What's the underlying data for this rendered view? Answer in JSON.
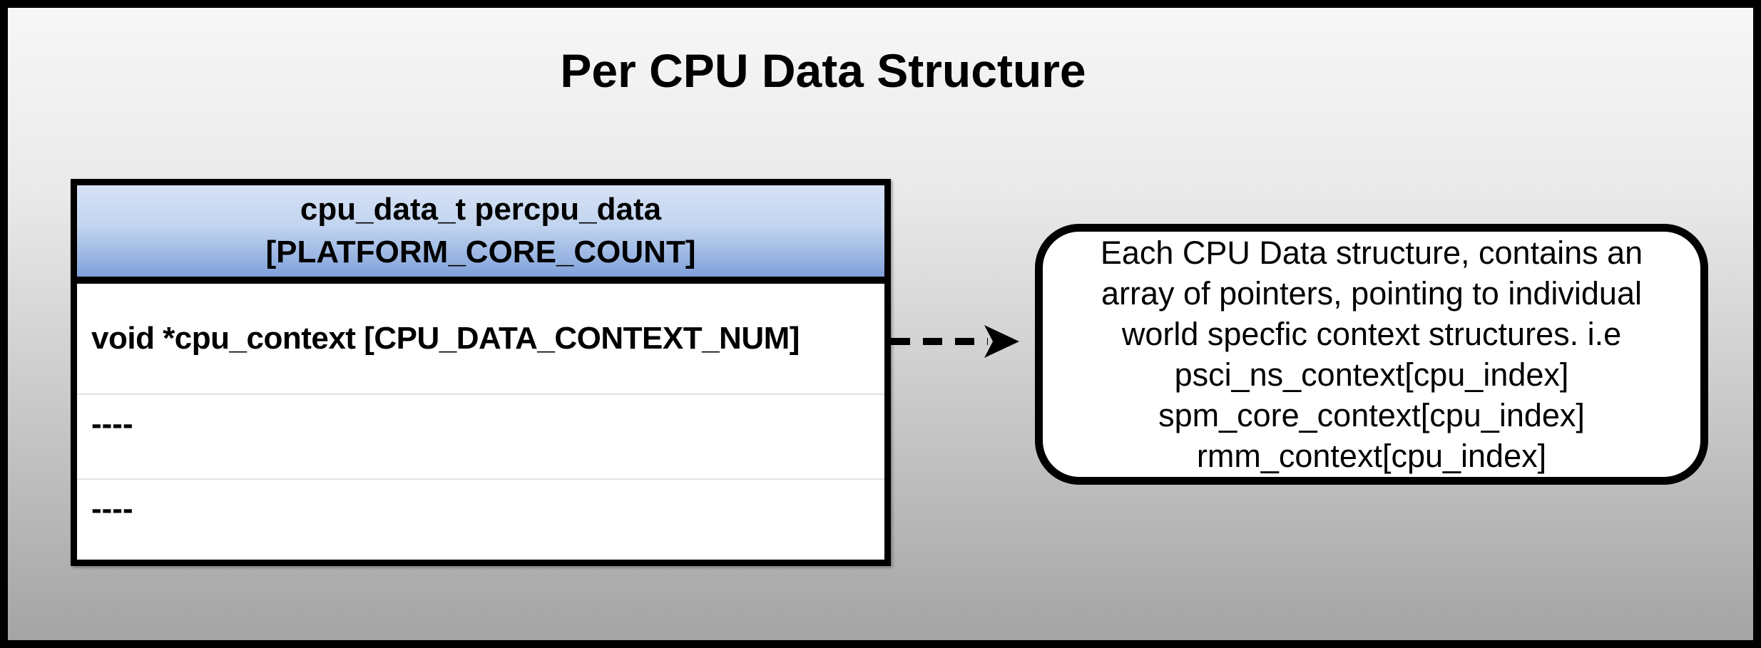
{
  "title": "Per CPU Data Structure",
  "table": {
    "header_lines": [
      "cpu_data_t percpu_data",
      "[PLATFORM_CORE_COUNT]"
    ],
    "rows": [
      {
        "text": "void *cpu_context [CPU_DATA_CONTEXT_NUM]"
      },
      {
        "text": "----"
      },
      {
        "text": "----"
      }
    ]
  },
  "connector": {
    "type": "dashed-arrow",
    "direction": "right",
    "from": "cpu-context-row",
    "to": "note-box"
  },
  "note": {
    "lines": [
      "Each CPU Data structure, contains an",
      "array of pointers, pointing to individual",
      "world specfic context structures. i.e",
      "psci_ns_context[cpu_index]",
      "spm_core_context[cpu_index]",
      "rmm_context[cpu_index]"
    ]
  },
  "colors": {
    "frame_border": "#000000",
    "background_top": "#f7f7f7",
    "background_bottom": "#a4a4a4",
    "table_header_gradient_top": "#d6e2f6",
    "table_header_gradient_bottom": "#7fa1da",
    "table_background": "#ffffff",
    "row_divider": "#e2e2e2",
    "text": "#000000"
  }
}
